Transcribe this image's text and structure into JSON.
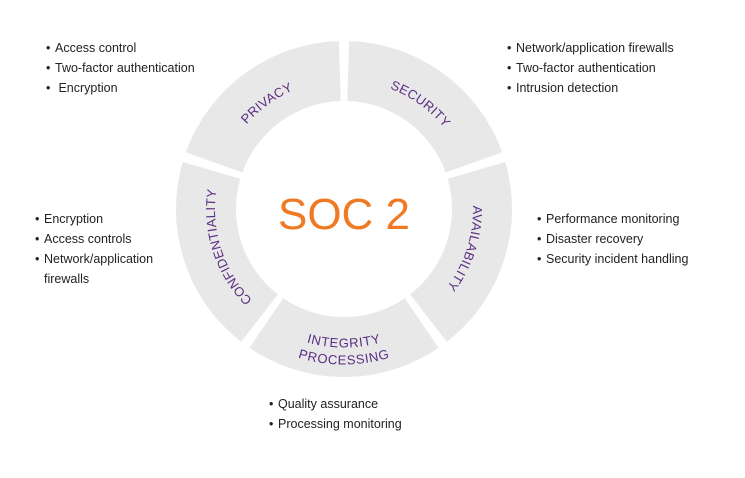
{
  "center_label": "SOC 2",
  "colors": {
    "segment_fill": "#e8e8e8",
    "segment_label": "#5b2d83",
    "center_text": "#f07a24",
    "bullet_text": "#222222"
  },
  "segments": [
    {
      "id": "privacy",
      "label": [
        "PRIVACY"
      ]
    },
    {
      "id": "security",
      "label": [
        "SECURITY"
      ]
    },
    {
      "id": "availability",
      "label": [
        "AVAILABILITY"
      ]
    },
    {
      "id": "processing-integrity",
      "label": [
        "PROCESSING",
        "INTEGRITY"
      ]
    },
    {
      "id": "confidentiality",
      "label": [
        "CONFIDENTIALITY"
      ]
    }
  ],
  "lists": {
    "privacy": [
      "Access control",
      "Two-factor authentication",
      " Encryption"
    ],
    "security": [
      "Network/application firewalls",
      "Two-factor authentication",
      "Intrusion detection"
    ],
    "confidentiality": [
      "Encryption",
      "Access controls",
      "Network/application",
      "firewalls"
    ],
    "availability": [
      "Performance monitoring",
      "Disaster recovery",
      "Security incident handling"
    ],
    "processing_integrity": [
      "Quality assurance",
      "Processing monitoring"
    ]
  }
}
